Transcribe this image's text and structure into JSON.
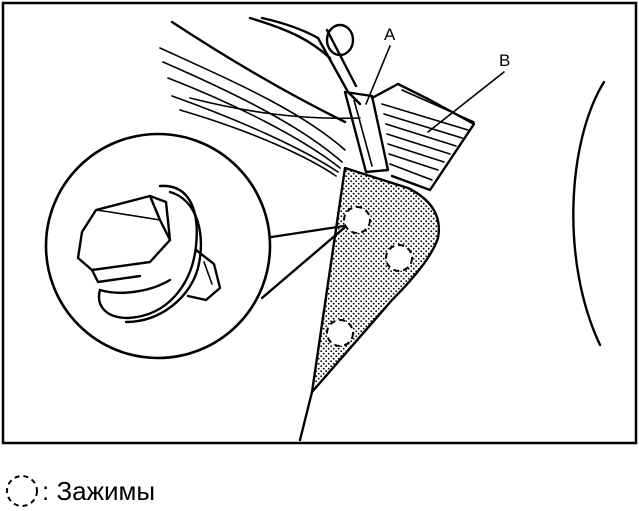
{
  "callouts": {
    "a": "A",
    "b": "B"
  },
  "legend": {
    "text": ": Зажимы"
  }
}
